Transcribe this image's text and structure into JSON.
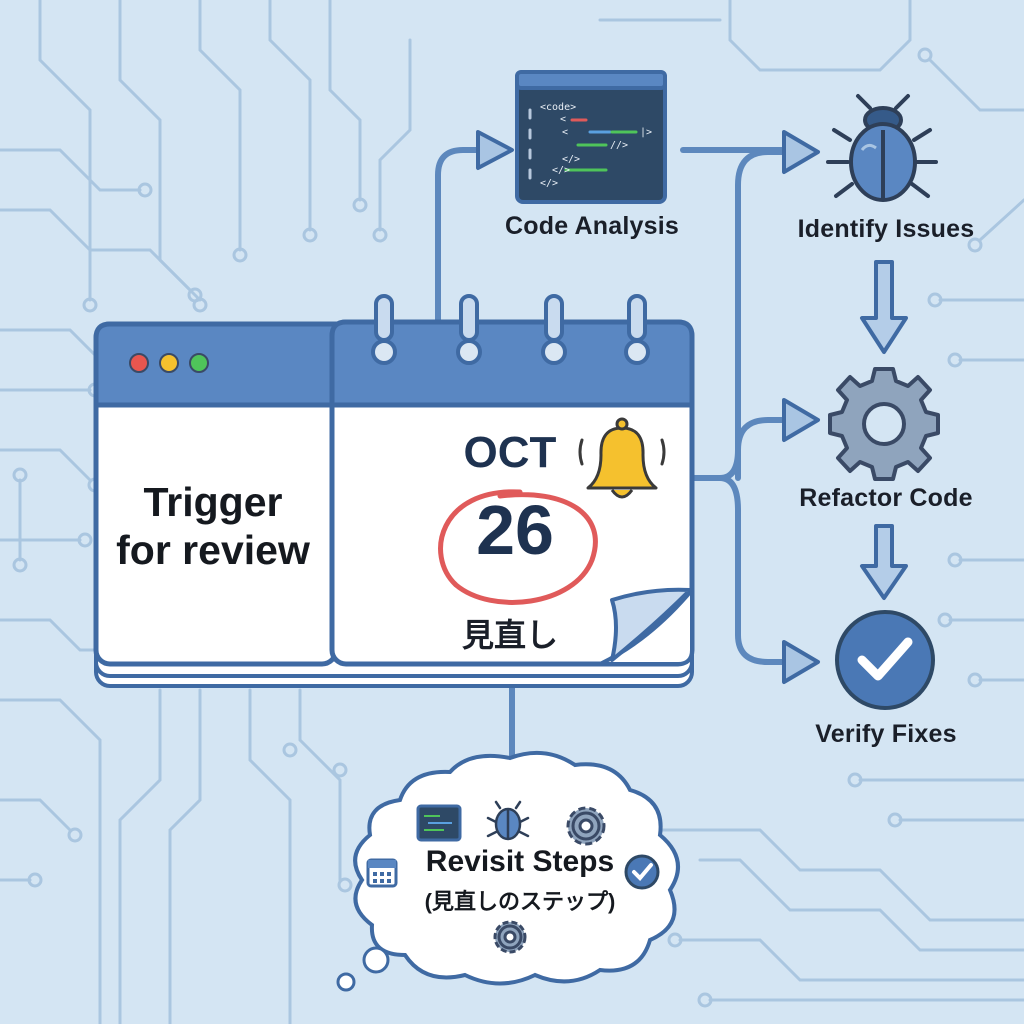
{
  "trigger": {
    "line1": "Trigger",
    "line2": "for review"
  },
  "calendar": {
    "month": "OCT",
    "day": "26",
    "note": "見直し"
  },
  "steps": {
    "code_analysis": "Code Analysis",
    "identify_issues": "Identify Issues",
    "refactor_code": "Refactor Code",
    "verify_fixes": "Verify Fixes"
  },
  "code_window": {
    "tag": "<code>"
  },
  "cloud": {
    "title": "Revisit Steps",
    "subtitle": "(見直しのステップ)"
  },
  "colors": {
    "background": "#d4e5f3",
    "accent_blue": "#4a78b5",
    "dark_blue": "#1e3250",
    "line_blue": "#5d88bd",
    "circle_red": "#e05a5a",
    "bell_yellow": "#f5c12e"
  },
  "icons": [
    "traffic-lights-icon",
    "bell-icon",
    "code-window-icon",
    "bug-icon",
    "gear-icon",
    "check-circle-icon",
    "calendar-icon"
  ]
}
